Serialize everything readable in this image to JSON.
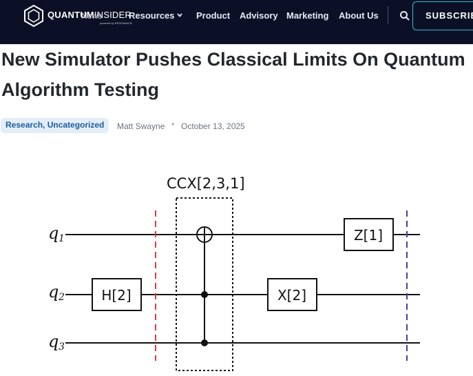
{
  "header": {
    "logo_word_bold": "QUANTUM",
    "logo_word_light": "INSIDER",
    "logo_tagline": "powered by RESONANCE",
    "nav": {
      "news": "News",
      "resources": "Resources",
      "product": "Product",
      "advisory": "Advisory",
      "marketing": "Marketing",
      "about": "About Us"
    },
    "subscribe_label": "SUBSCRIBE"
  },
  "article": {
    "headline": "New Simulator Pushes Classical Limits On Quantum Algorithm Testing",
    "category": "Research, Uncategorized",
    "author": "Matt Swayne",
    "separator": "•",
    "date": "October 13, 2025"
  },
  "figure": {
    "top_label": "CCX[2,3,1]",
    "qubits": [
      {
        "name": "q",
        "sub": "1"
      },
      {
        "name": "q",
        "sub": "2"
      },
      {
        "name": "q",
        "sub": "3"
      }
    ],
    "gates": {
      "h": "H[2]",
      "x": "X[2]",
      "z": "Z[1]"
    },
    "colors": {
      "barrier_left": "#e03c3c",
      "barrier_right": "#3f3fa8",
      "wire": "#111111"
    }
  },
  "colors": {
    "topbar_bg": "#0b1026",
    "subscribe_border": "#2ec4d6",
    "category_bg": "#e4eef9",
    "category_text": "#1a5b9e",
    "headline": "#23282e"
  },
  "icons": [
    "quantum-insider-logo-icon",
    "chevron-down-icon",
    "search-icon"
  ]
}
